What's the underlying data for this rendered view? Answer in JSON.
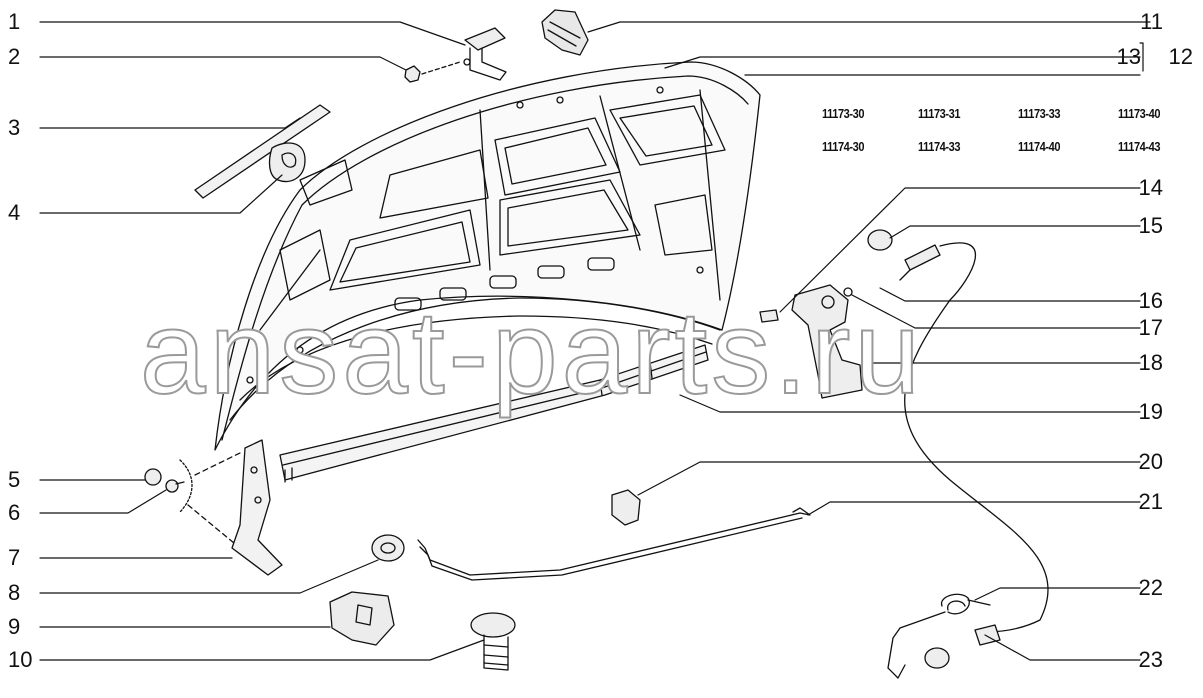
{
  "watermark": "ansat-parts.ru",
  "model_codes": {
    "row1": [
      "11173-30",
      "11173-31",
      "11173-33",
      "11173-40"
    ],
    "row2": [
      "11174-30",
      "11174-33",
      "11174-40",
      "11174-43"
    ]
  },
  "callouts_left": [
    "1",
    "2",
    "3",
    "4",
    "5",
    "6",
    "7",
    "8",
    "9",
    "10"
  ],
  "callouts_right": [
    "11",
    "12",
    "13",
    "14",
    "15",
    "16",
    "17",
    "18",
    "19",
    "20",
    "21",
    "22",
    "23"
  ],
  "icons": [
    "hood-panel",
    "hinge",
    "latch",
    "cable",
    "rod",
    "bumper",
    "clip",
    "seal-strip"
  ]
}
